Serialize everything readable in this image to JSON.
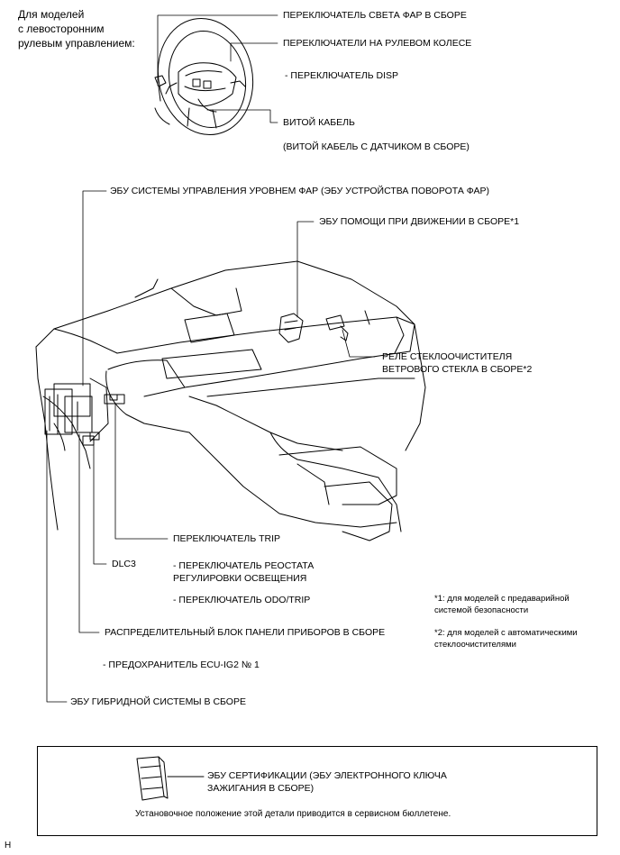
{
  "intro": {
    "line1": "Для моделей",
    "line2": "с левосторонним",
    "line3": "рулевым управлением:"
  },
  "labels": {
    "headlight_switch": "ПЕРЕКЛЮЧАТЕЛЬ СВЕТА ФАР В СБОРЕ",
    "steering_pad_switch": "ПЕРЕКЛЮЧАТЕЛИ НА РУЛЕВОМ КОЛЕСЕ",
    "disp_switch": "- ПЕРЕКЛЮЧАТЕЛЬ DISP",
    "spiral_cable": "ВИТОЙ КАБЕЛЬ",
    "spiral_cable_sensor": "(ВИТОЙ КАБЕЛЬ С ДАТЧИКОМ В СБОРЕ)",
    "headlight_leveling_ecu": "ЭБУ СИСТЕМЫ УПРАВЛЕНИЯ УРОВНЕМ ФАР (ЭБУ УСТРОЙСТВА ПОВОРОТА ФАР)",
    "driving_support_ecu": "ЭБУ ПОМОЩИ ПРИ ДВИЖЕНИИ В СБОРЕ*1",
    "wiper_relay_line1": "РЕЛЕ СТЕКЛООЧИСТИТЕЛЯ",
    "wiper_relay_line2": "ВЕТРОВОГО СТЕКЛА В СБОРЕ*2",
    "trip_switch": "ПЕРЕКЛЮЧАТЕЛЬ TRIP",
    "dlc3": "DLC3",
    "rheostat_line1": "- ПЕРЕКЛЮЧАТЕЛЬ РЕОСТАТА",
    "rheostat_line2": "РЕГУЛИРОВКИ ОСВЕЩЕНИЯ",
    "odo_trip": "- ПЕРЕКЛЮЧАТЕЛЬ ODO/TRIP",
    "junction_block": "РАСПРЕДЕЛИТЕЛЬНЫЙ БЛОК ПАНЕЛИ ПРИБОРОВ В СБОРЕ",
    "fuse": "- ПРЕДОХРАНИТЕЛЬ ECU-IG2 № 1",
    "hybrid_ecu": "ЭБУ ГИБРИДНОЙ СИСТЕМЫ В СБОРЕ"
  },
  "footnotes": {
    "note1_line1": "*1: для моделей с предаварийной",
    "note1_line2": "системой безопасности",
    "note2_line1": "*2: для моделей с автоматическими",
    "note2_line2": "стеклоочистителями"
  },
  "certification_box": {
    "label_line1": "ЭБУ СЕРТИФИКАЦИИ (ЭБУ ЭЛЕКТРОННОГО КЛЮЧА",
    "label_line2": "ЗАЖИГАНИЯ В СБОРЕ)",
    "caption": "Установочное положение этой детали приводится в сервисном бюллетене."
  },
  "corner_mark": "H"
}
